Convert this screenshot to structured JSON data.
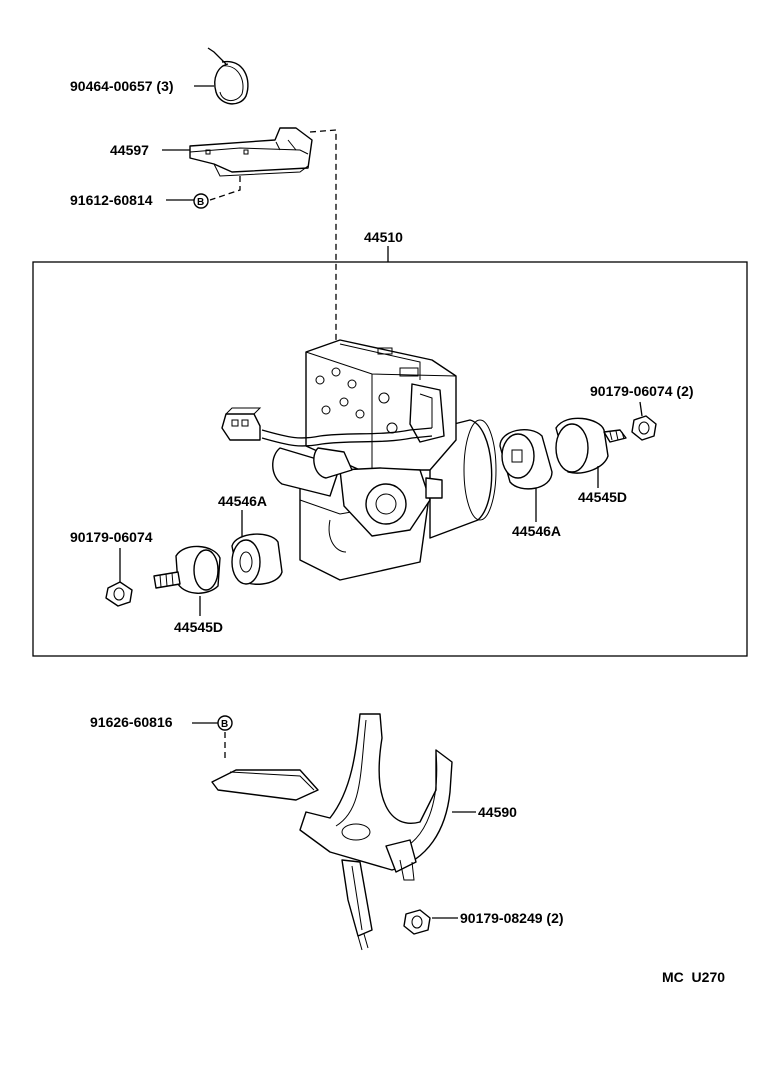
{
  "labels": {
    "clamp_90464": "90464-00657 (3)",
    "bracket_44597": "44597",
    "bolt_91612": "91612-60814",
    "assembly_44510": "44510",
    "nut_90179_06074_right": "90179-06074 (2)",
    "insulator_44545d_right": "44545D",
    "cushion_44546a_right": "44546A",
    "cushion_44546a_left": "44546A",
    "nut_90179_06074_left": "90179-06074",
    "insulator_44545d_left": "44545D",
    "bolt_91626": "91626-60816",
    "bracket_44590": "44590",
    "nut_90179_08249": "90179-08249 (2)",
    "bolt_marker_letter": "B",
    "diagram_code": "MC  U270"
  },
  "colors": {
    "line": "#000000",
    "background": "#ffffff"
  }
}
